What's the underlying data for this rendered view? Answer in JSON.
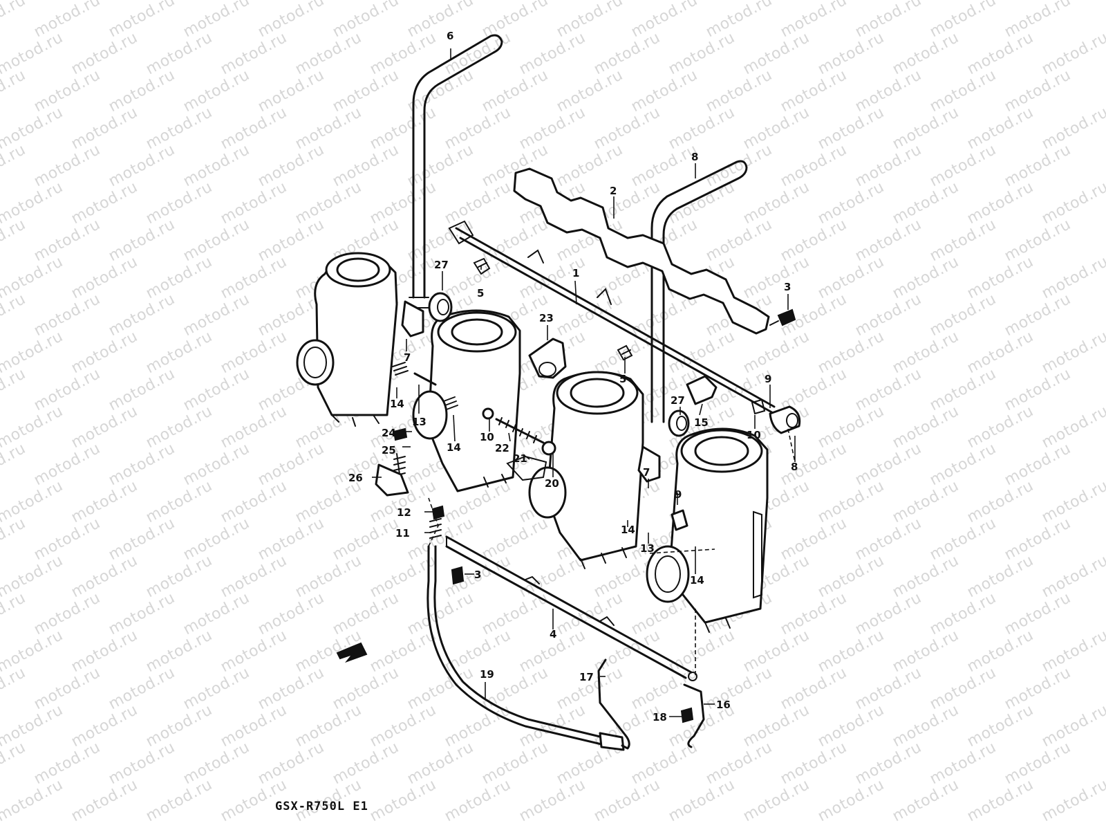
{
  "watermark": {
    "text": "motod.ru"
  },
  "model_code": "GSX-R750L E1",
  "callouts": [
    {
      "id": "c6a",
      "label": "6"
    },
    {
      "id": "c8a",
      "label": "8"
    },
    {
      "id": "c2",
      "label": "2"
    },
    {
      "id": "c1",
      "label": "1"
    },
    {
      "id": "c27a",
      "label": "27"
    },
    {
      "id": "c5a",
      "label": "5"
    },
    {
      "id": "c3a",
      "label": "3"
    },
    {
      "id": "c23",
      "label": "23"
    },
    {
      "id": "c7a",
      "label": "7"
    },
    {
      "id": "c5b",
      "label": "5"
    },
    {
      "id": "c9a",
      "label": "9"
    },
    {
      "id": "c27b",
      "label": "27"
    },
    {
      "id": "c15",
      "label": "15"
    },
    {
      "id": "c10a",
      "label": "10"
    },
    {
      "id": "c14a",
      "label": "14"
    },
    {
      "id": "c13a",
      "label": "13"
    },
    {
      "id": "c14b",
      "label": "14"
    },
    {
      "id": "c10b",
      "label": "10"
    },
    {
      "id": "c22",
      "label": "22"
    },
    {
      "id": "c21",
      "label": "21"
    },
    {
      "id": "c24",
      "label": "24"
    },
    {
      "id": "c25",
      "label": "25"
    },
    {
      "id": "c26",
      "label": "26"
    },
    {
      "id": "c20",
      "label": "20"
    },
    {
      "id": "c7b",
      "label": "7"
    },
    {
      "id": "c9b",
      "label": "9"
    },
    {
      "id": "c14c",
      "label": "14"
    },
    {
      "id": "c13b",
      "label": "13"
    },
    {
      "id": "c14d",
      "label": "14"
    },
    {
      "id": "c12",
      "label": "12"
    },
    {
      "id": "c11",
      "label": "11"
    },
    {
      "id": "c3b",
      "label": "3"
    },
    {
      "id": "c4",
      "label": "4"
    },
    {
      "id": "c19",
      "label": "19"
    },
    {
      "id": "c17",
      "label": "17"
    },
    {
      "id": "c16",
      "label": "16"
    },
    {
      "id": "c18",
      "label": "18"
    },
    {
      "id": "c8b",
      "label": "8"
    }
  ]
}
